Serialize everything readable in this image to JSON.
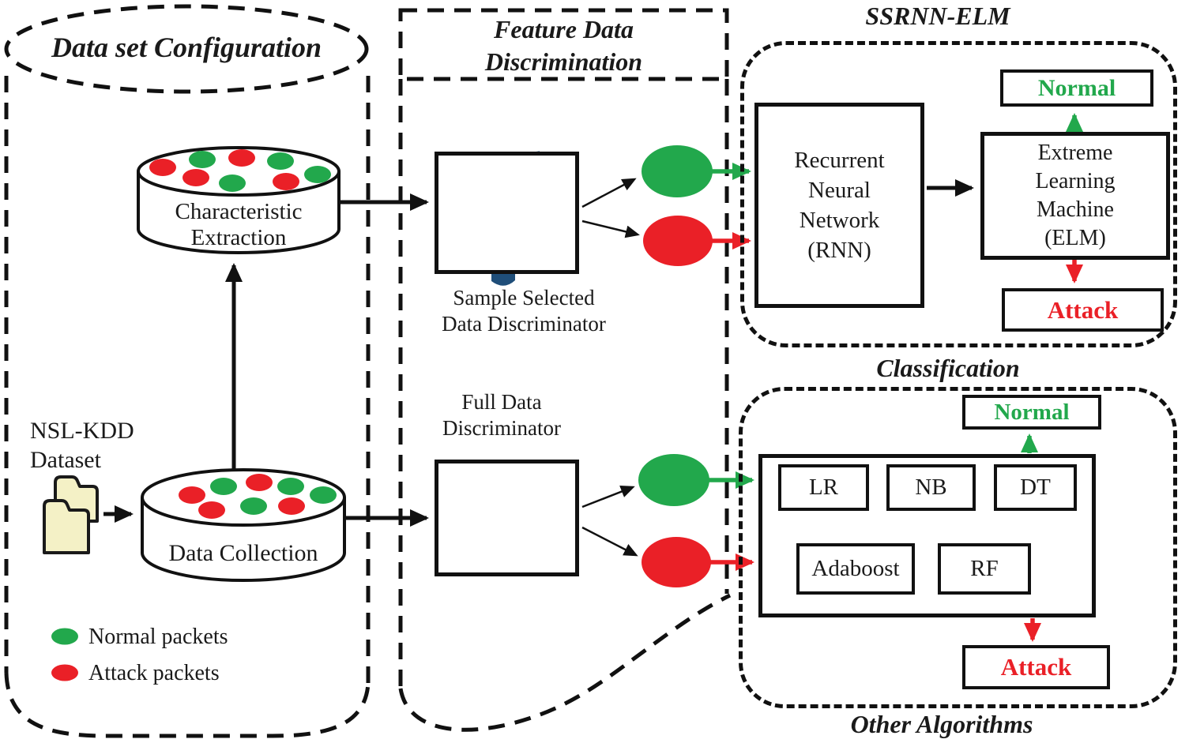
{
  "dataset_config": {
    "title": "Data set Configuration",
    "characteristic_extraction_line1": "Characteristic",
    "characteristic_extraction_line2": "Extraction",
    "data_collection_label": "Data Collection",
    "nslkdd_line1": "NSL-KDD",
    "nslkdd_line2": "Dataset",
    "legend": [
      {
        "label": "Normal packets",
        "color": "#22a84c"
      },
      {
        "label": "Attack packets",
        "color": "#ea2027"
      }
    ]
  },
  "feature_discrimination": {
    "title_line1": "Feature Data",
    "title_line2": "Discrimination",
    "sample_selected_line1": "Sample Selected",
    "sample_selected_line2": "Data Discriminator",
    "full_data_line1": "Full Data",
    "full_data_line2": "Discriminator"
  },
  "ssrnn_elm": {
    "title": "SSRNN-ELM",
    "rnn_line1": "Recurrent",
    "rnn_line2": "Neural",
    "rnn_line3": "Network",
    "rnn_line4": "(RNN)",
    "elm_line1": "Extreme",
    "elm_line2": "Learning",
    "elm_line3": "Machine",
    "elm_line4": "(ELM)",
    "normal_label": "Normal",
    "attack_label": "Attack"
  },
  "classification": {
    "title": "Classification",
    "normal_label": "Normal",
    "attack_label": "Attack",
    "algorithms": [
      "LR",
      "NB",
      "DT",
      "Adaboost",
      "RF"
    ],
    "footer": "Other Algorithms"
  },
  "colors": {
    "green": "#22a84c",
    "red": "#ea2027",
    "navy": "#1f4e79",
    "cyan": "#29abe2"
  }
}
